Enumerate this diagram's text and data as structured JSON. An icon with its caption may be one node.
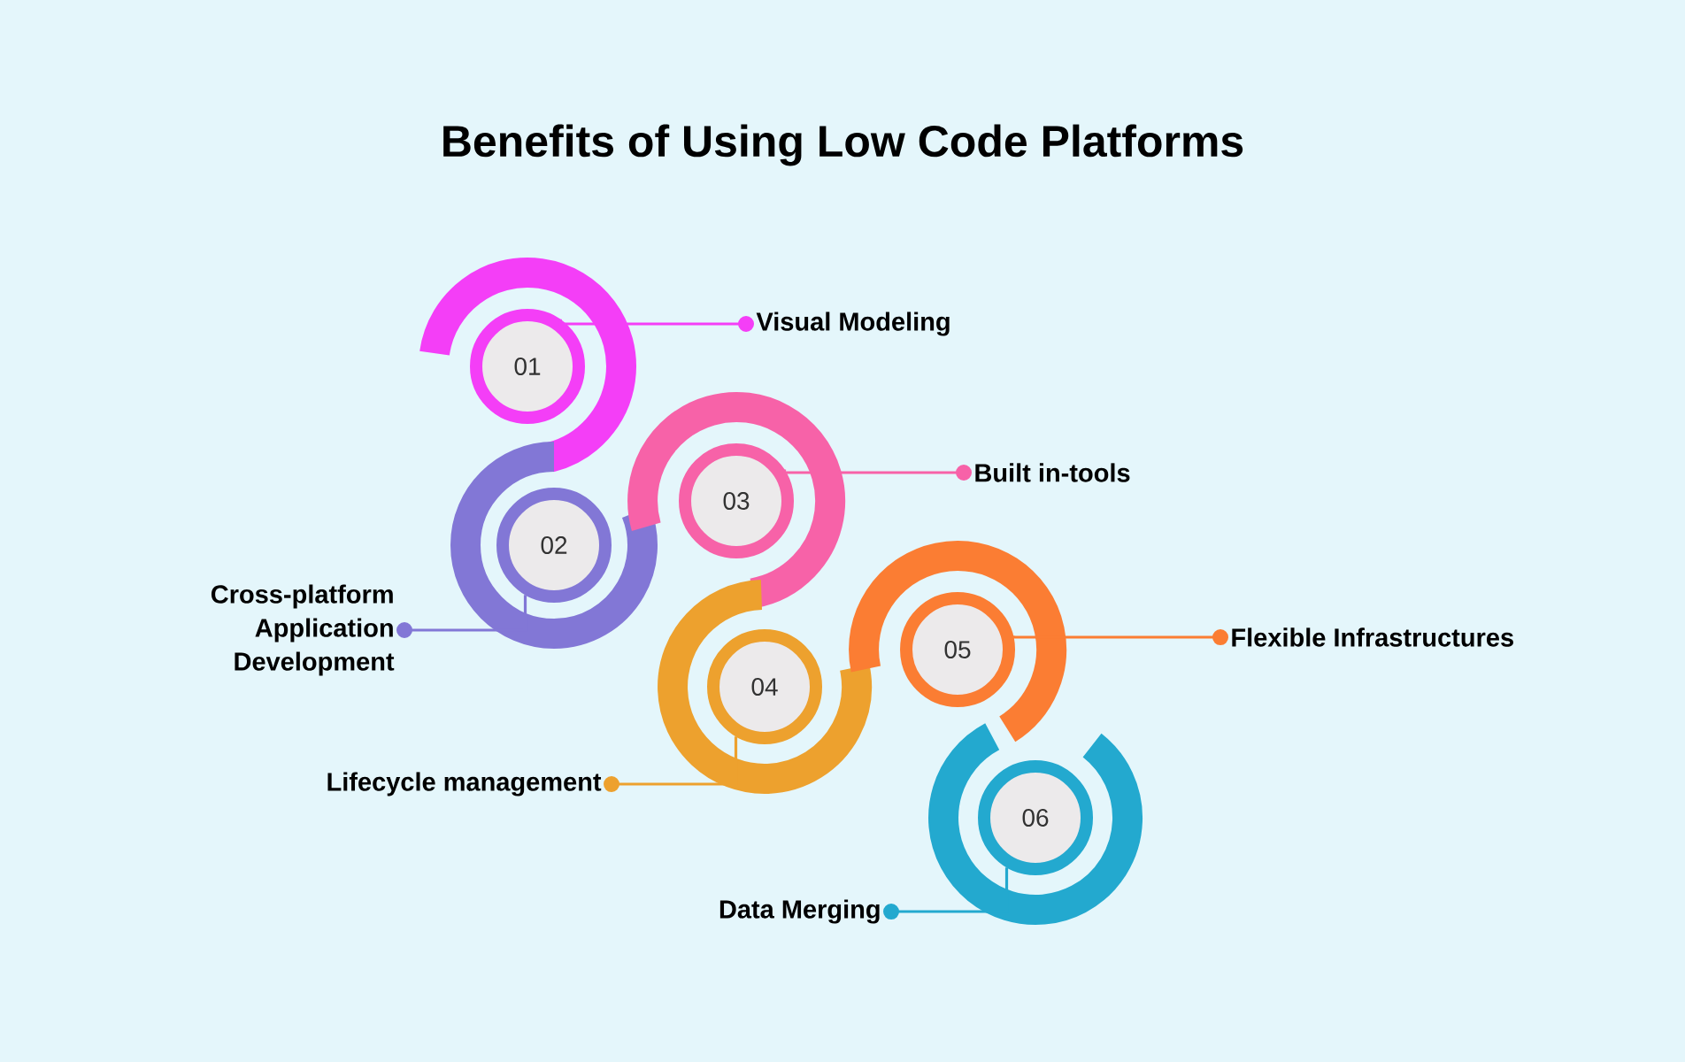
{
  "diagram": {
    "title": "Benefits of Using Low Code Platforms",
    "nodes": [
      {
        "text": [
          "01"
        ]
      },
      {
        "text": [
          "02"
        ]
      },
      {
        "text": [
          "03"
        ]
      },
      {
        "text": [
          "04"
        ]
      },
      {
        "text": [
          "05"
        ]
      },
      {
        "text": [
          "06"
        ]
      },
      {
        "text": [
          "Visual Modeling"
        ]
      },
      {
        "text": [
          "Cross-platform Application Development"
        ]
      },
      {
        "text": [
          "Built in-tools"
        ]
      },
      {
        "text": [
          "Lifecycle management"
        ]
      },
      {
        "text": [
          "Flexible Infrastructures"
        ]
      },
      {
        "text": [
          "Data Merging"
        ]
      }
    ],
    "edges": [
      {
        "from": 0,
        "to": 6,
        "arrow": "other",
        "color": "#f43ef7"
      },
      {
        "from": 1,
        "to": 7,
        "arrow": "other",
        "color": "#8277d6"
      },
      {
        "from": 2,
        "to": 8,
        "arrow": "other",
        "color": "#f762a8"
      },
      {
        "from": 3,
        "to": 9,
        "arrow": "other",
        "color": "#eda12e"
      },
      {
        "from": 4,
        "to": 10,
        "arrow": "other",
        "color": "#fb7d33"
      },
      {
        "from": 5,
        "to": 11,
        "arrow": "other",
        "color": "#23a9cf"
      }
    ]
  }
}
